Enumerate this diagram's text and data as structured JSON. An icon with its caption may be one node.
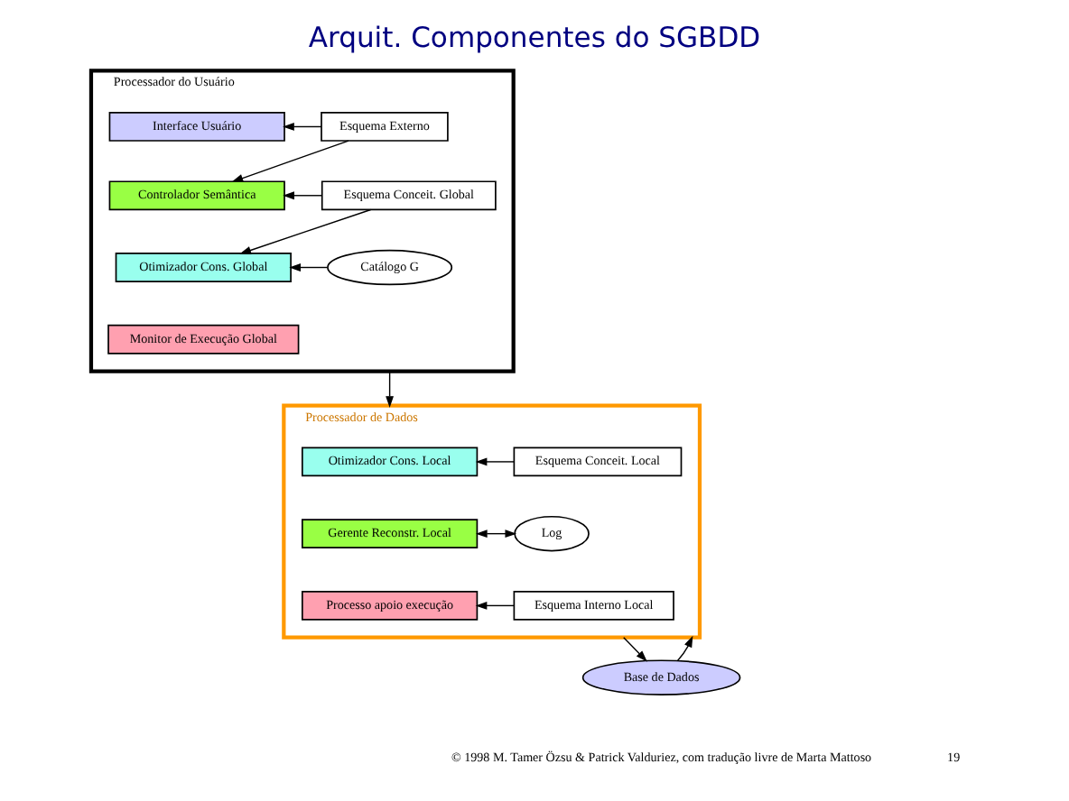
{
  "diagram": {
    "title": "Arquit. Componentes do SGBDD",
    "caption": "© 1998 M. Tamer Özsu & Patrick Valduriez, com tradução livre de Marta Mattoso",
    "nodes": [
      {
        "text": [
          "Processador do Usuário"
        ]
      },
      {
        "text": [
          "Interface Usuário"
        ],
        "in": 0
      },
      {
        "text": [
          "Controlador Semântica"
        ],
        "in": 0
      },
      {
        "text": [
          "Otimizador Cons. Global"
        ],
        "in": 0
      },
      {
        "text": [
          "Monitor de Execução Global"
        ],
        "in": 0
      },
      {
        "text": [
          "Esquema Externo"
        ],
        "in": 0
      },
      {
        "text": [
          "Esquema Conceit. Global"
        ],
        "in": 0
      },
      {
        "text": [
          "Catálogo G"
        ],
        "in": 0
      },
      {
        "text": [
          "Processador de Dados"
        ]
      },
      {
        "text": [
          "Otimizador Cons. Local"
        ],
        "in": 8
      },
      {
        "text": [
          "Gerente Reconstr. Local"
        ],
        "in": 8
      },
      {
        "text": [
          "Processo apoio execução"
        ],
        "in": 8
      },
      {
        "text": [
          "Esquema Conceit. Local"
        ],
        "in": 8
      },
      {
        "text": [
          "Log"
        ],
        "in": 8
      },
      {
        "text": [
          "Esquema Interno Local"
        ],
        "in": 8
      },
      {
        "text": [
          "Base de Dados"
        ]
      }
    ],
    "edges": [
      {
        "from": 5,
        "to": 1,
        "arrow": "to"
      },
      {
        "from": 5,
        "to": 2,
        "arrow": "to"
      },
      {
        "from": 6,
        "to": 2,
        "arrow": "to"
      },
      {
        "from": 6,
        "to": 3,
        "arrow": "to"
      },
      {
        "from": 7,
        "to": 3,
        "arrow": "to"
      },
      {
        "from": 0,
        "to": 8,
        "arrow": "to"
      },
      {
        "from": 12,
        "to": 9,
        "arrow": "to"
      },
      {
        "from": 10,
        "to": 13,
        "arrow": "both"
      },
      {
        "from": 14,
        "to": 11,
        "arrow": "to"
      },
      {
        "from": 8,
        "to": 15,
        "arrow": "to"
      },
      {
        "from": 15,
        "to": 8,
        "arrow": "to"
      }
    ],
    "labels": [
      "19"
    ]
  }
}
